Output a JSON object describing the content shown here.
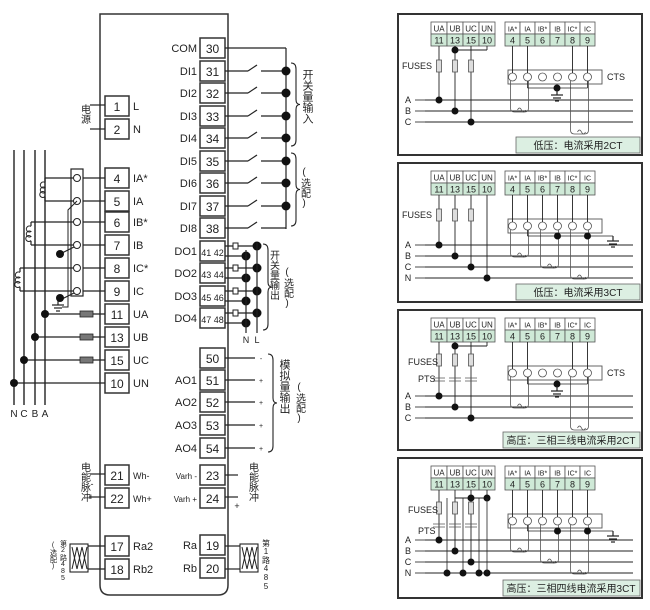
{
  "device": {
    "left_terminals": [
      {
        "num": "1",
        "label": "L"
      },
      {
        "num": "2",
        "label": "N"
      },
      {
        "num": "4",
        "label": "IA*"
      },
      {
        "num": "5",
        "label": "IA"
      },
      {
        "num": "6",
        "label": "IB*"
      },
      {
        "num": "7",
        "label": "IB"
      },
      {
        "num": "8",
        "label": "IC*"
      },
      {
        "num": "9",
        "label": "IC"
      },
      {
        "num": "11",
        "label": "UA"
      },
      {
        "num": "13",
        "label": "UB"
      },
      {
        "num": "15",
        "label": "UC"
      },
      {
        "num": "10",
        "label": "UN"
      },
      {
        "num": "21",
        "label": "Wh-"
      },
      {
        "num": "22",
        "label": "Wh+"
      },
      {
        "num": "17",
        "label": "Ra2"
      },
      {
        "num": "18",
        "label": "Rb2"
      }
    ],
    "right_terminals": [
      {
        "num": "30",
        "label": "COM"
      },
      {
        "num": "31",
        "label": "DI1"
      },
      {
        "num": "32",
        "label": "DI2"
      },
      {
        "num": "33",
        "label": "DI3"
      },
      {
        "num": "34",
        "label": "DI4"
      },
      {
        "num": "35",
        "label": "DI5"
      },
      {
        "num": "36",
        "label": "DI6"
      },
      {
        "num": "37",
        "label": "DI7"
      },
      {
        "num": "38",
        "label": "DI8"
      },
      {
        "num": "41 42",
        "label": "DO1"
      },
      {
        "num": "43 44",
        "label": "DO2"
      },
      {
        "num": "45 46",
        "label": "DO3"
      },
      {
        "num": "47 48",
        "label": "DO4"
      },
      {
        "num": "50",
        "label": ""
      },
      {
        "num": "51",
        "label": "AO1"
      },
      {
        "num": "52",
        "label": "AO2"
      },
      {
        "num": "53",
        "label": "AO3"
      },
      {
        "num": "54",
        "label": "AO4"
      },
      {
        "num": "23",
        "label": "Varh -"
      },
      {
        "num": "24",
        "label": "Varh +"
      },
      {
        "num": "19",
        "label": "Ra"
      },
      {
        "num": "20",
        "label": "Rb"
      }
    ]
  },
  "annotations": {
    "power": "电源",
    "phases": [
      "N",
      "C",
      "B",
      "A"
    ],
    "digital_input": "开关量输入",
    "optional": "(选配)",
    "digital_output": "开关量输出",
    "do_n": "N",
    "do_l": "L",
    "analog_output": "模拟量输出",
    "pulse": "电能脉冲",
    "minus": "-",
    "plus": "+",
    "rs485_2": "第2路485",
    "rs485_1": "第1路485"
  },
  "panels": [
    {
      "caption": "低压：电流采用2CT",
      "voltage": [
        "UA",
        "UB",
        "UC",
        "UN"
      ],
      "voltage_nums": [
        "11",
        "13",
        "15",
        "10"
      ],
      "current": [
        "IA*",
        "IA",
        "IB*",
        "IB",
        "IC*",
        "IC"
      ],
      "current_nums": [
        "4",
        "5",
        "6",
        "7",
        "8",
        "9"
      ],
      "fuses": "FUSES",
      "cts": "CTS",
      "lines": [
        "A",
        "B",
        "C"
      ],
      "ct_count": 2,
      "pts": false
    },
    {
      "caption": "低压：电流采用3CT",
      "voltage": [
        "UA",
        "UB",
        "UC",
        "UN"
      ],
      "voltage_nums": [
        "11",
        "13",
        "15",
        "10"
      ],
      "current": [
        "IA*",
        "IA",
        "IB*",
        "IB",
        "IC*",
        "IC"
      ],
      "current_nums": [
        "4",
        "5",
        "6",
        "7",
        "8",
        "9"
      ],
      "fuses": "FUSES",
      "cts": "",
      "lines": [
        "A",
        "B",
        "C",
        "N"
      ],
      "ct_count": 3,
      "pts": false
    },
    {
      "caption": "高压：三相三线电流采用2CT",
      "voltage": [
        "UA",
        "UB",
        "UC",
        "UN"
      ],
      "voltage_nums": [
        "11",
        "13",
        "15",
        "10"
      ],
      "current": [
        "IA*",
        "IA",
        "IB*",
        "IB",
        "IC*",
        "IC"
      ],
      "current_nums": [
        "4",
        "5",
        "6",
        "7",
        "8",
        "9"
      ],
      "fuses": "FUSES",
      "pts_label": "PTS",
      "cts": "CTS",
      "lines": [
        "A",
        "B",
        "C"
      ],
      "ct_count": 2,
      "pts": true
    },
    {
      "caption": "高压：三相四线电流采用3CT",
      "voltage": [
        "UA",
        "UB",
        "UC",
        "UN"
      ],
      "voltage_nums": [
        "11",
        "13",
        "15",
        "10"
      ],
      "current": [
        "IA*",
        "IA",
        "IB*",
        "IB",
        "IC*",
        "IC"
      ],
      "current_nums": [
        "4",
        "5",
        "6",
        "7",
        "8",
        "9"
      ],
      "fuses": "FUSES",
      "pts_label": "PTS",
      "cts": "",
      "lines": [
        "A",
        "B",
        "C",
        "N"
      ],
      "ct_count": 3,
      "pts": true
    }
  ],
  "colors": {
    "line": "#222222",
    "terminal_green": "#cfe9d7",
    "caption_green": "#dcefe2",
    "border": "#333333"
  }
}
